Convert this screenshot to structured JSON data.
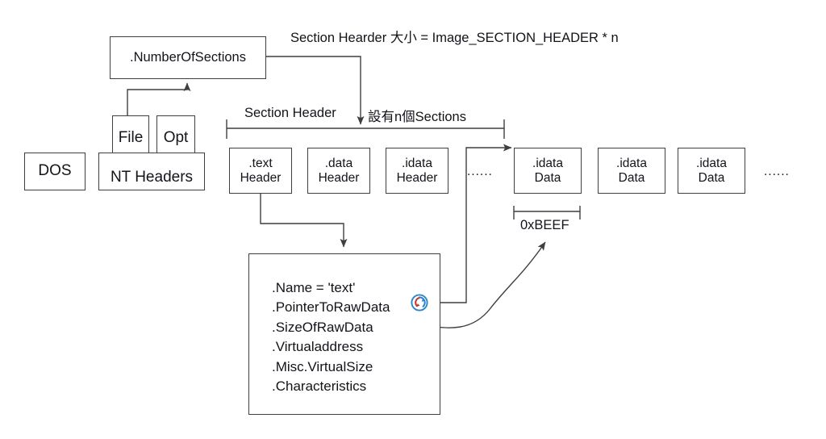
{
  "diagram": {
    "title_note": "Section Hearder 大小 = Image_SECTION_HEADER * n",
    "bracket_label_left": "Section Header",
    "bracket_label_right": "設有n個Sections",
    "size_label": "0xBEEF",
    "ellipsis": "......",
    "boxes": {
      "number_of_sections": ".NumberOfSections",
      "file": "File",
      "opt": "Opt",
      "nt_headers": "NT Headers",
      "dos": "DOS",
      "headers": [
        {
          "l1": ".text",
          "l2": "Header"
        },
        {
          "l1": ".data",
          "l2": "Header"
        },
        {
          "l1": ".idata",
          "l2": "Header"
        }
      ],
      "data_blocks": [
        {
          "l1": ".idata",
          "l2": "Data"
        },
        {
          "l1": ".idata",
          "l2": "Data"
        },
        {
          "l1": ".idata",
          "l2": "Data"
        }
      ]
    },
    "section_header_fields": [
      ".Name = 'text'",
      ".PointerToRawData",
      ".SizeOfRawData",
      ".Virtualaddress",
      ".Misc.VirtualSize",
      ".Characteristics"
    ],
    "cursor": {
      "name": "busy-ring-cursor",
      "ring_color": "#2e86c8",
      "arc_color": "#c0392b"
    },
    "colors": {
      "stroke": "#3f3f3f",
      "text": "#13131a",
      "background": "#ffffff"
    }
  }
}
